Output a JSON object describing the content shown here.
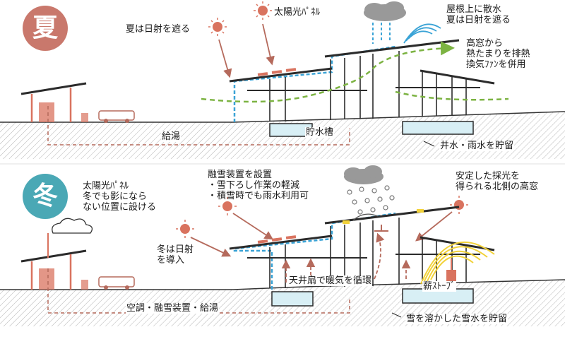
{
  "colors": {
    "summer_badge": "#c9786c",
    "winter_badge": "#4aa8b5",
    "sun": "#d9735f",
    "arrow": "#b56a5c",
    "dashed_dark": "#b56a5c",
    "water_blue": "#3aa3d6",
    "green_airflow": "#7cb342",
    "tank_fill": "#d8eff5",
    "stove_yellow": "#f2d23a",
    "roof_dark": "#2b2b2b"
  },
  "summer": {
    "badge": "夏",
    "labels": {
      "block_sun": "夏は日射を遮る",
      "solar_panel": "太陽光ﾊﾟﾈﾙ",
      "roof_spray": "屋根上に散水\n夏は日射を遮る",
      "high_window": "高窓から\n熱たまりを排熱\n換気ﾌｧﾝを併用",
      "hot_water": "給湯",
      "storage_tank": "貯水槽",
      "well_rain": "井水・雨水を貯留"
    }
  },
  "winter": {
    "badge": "冬",
    "labels": {
      "solar_panel": "太陽光ﾊﾟﾈﾙ\n冬でも影になら\nない位置に設ける",
      "snow_melt": "融雪装置を設置\n・雪下ろし作業の軽減\n・積雪時でも雨水利用可",
      "north_light": "安定した採光を\n得られる北側の高窓",
      "admit_sun": "冬は日射\nを導入",
      "ceiling_fan": "天井扇で暖気を循環",
      "wood_stove": "薪ｽﾄｰﾌﾞ",
      "aircon": "空調・融雪装置・給湯",
      "snow_water": "雪を溶かした雪水を貯留"
    }
  },
  "icons": [
    "sun-icon",
    "cloud-icon",
    "car-icon",
    "wood-stove-icon",
    "snowflake-icon"
  ]
}
